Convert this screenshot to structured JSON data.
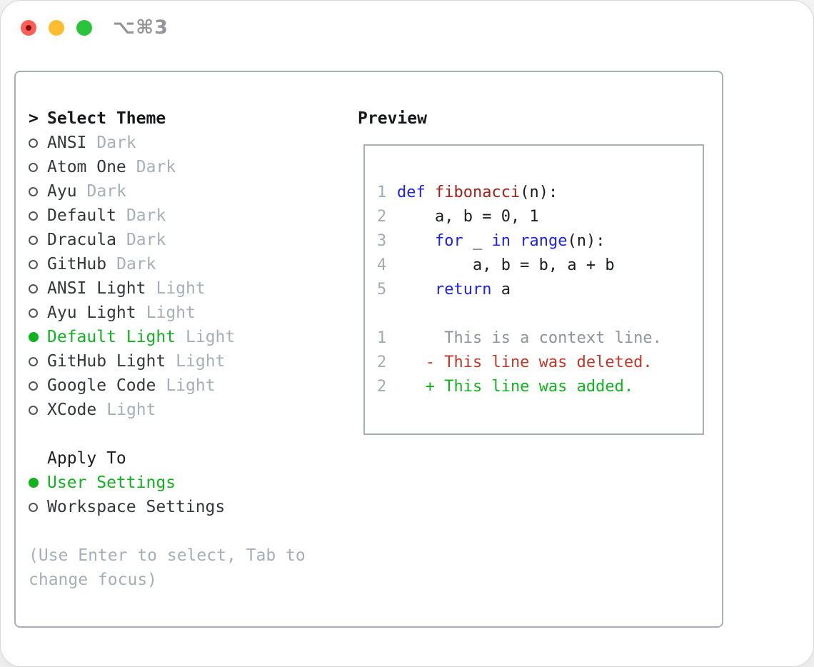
{
  "window": {
    "title": "⌥⌘3",
    "traffic_lights": [
      {
        "name": "close-button",
        "color": "#ff5d55"
      },
      {
        "name": "minimize-button",
        "color": "#ffbd2f"
      },
      {
        "name": "zoom-button",
        "color": "#29c43b"
      }
    ]
  },
  "theme_picker": {
    "pointer": ">",
    "title": "Select Theme",
    "themes": [
      {
        "name": "ANSI",
        "variant": "Dark",
        "selected": false
      },
      {
        "name": "Atom One",
        "variant": "Dark",
        "selected": false
      },
      {
        "name": "Ayu",
        "variant": "Dark",
        "selected": false
      },
      {
        "name": "Default",
        "variant": "Dark",
        "selected": false
      },
      {
        "name": "Dracula",
        "variant": "Dark",
        "selected": false
      },
      {
        "name": "GitHub",
        "variant": "Dark",
        "selected": false
      },
      {
        "name": "ANSI Light",
        "variant": "Light",
        "selected": false
      },
      {
        "name": "Ayu Light",
        "variant": "Light",
        "selected": false
      },
      {
        "name": "Default Light",
        "variant": "Light",
        "selected": true
      },
      {
        "name": "GitHub Light",
        "variant": "Light",
        "selected": false
      },
      {
        "name": "Google Code",
        "variant": "Light",
        "selected": false
      },
      {
        "name": "XCode",
        "variant": "Light",
        "selected": false
      }
    ],
    "apply_to": {
      "label": "Apply To",
      "options": [
        {
          "label": "User Settings",
          "selected": true
        },
        {
          "label": "Workspace Settings",
          "selected": false
        }
      ]
    },
    "hint": "(Use Enter to select, Tab to change focus)"
  },
  "preview": {
    "label": "Preview",
    "code_lines": [
      {
        "num": "1",
        "tokens": [
          {
            "t": "def ",
            "c": "kw"
          },
          {
            "t": "fibonacci",
            "c": "fn"
          },
          {
            "t": "(n):",
            "c": "pl"
          }
        ]
      },
      {
        "num": "2",
        "tokens": [
          {
            "t": "    a, b = 0, 1",
            "c": "pl"
          }
        ]
      },
      {
        "num": "3",
        "tokens": [
          {
            "t": "    ",
            "c": "pl"
          },
          {
            "t": "for",
            "c": "kw"
          },
          {
            "t": " _ ",
            "c": "pl"
          },
          {
            "t": "in",
            "c": "kw"
          },
          {
            "t": " ",
            "c": "pl"
          },
          {
            "t": "range",
            "c": "kw"
          },
          {
            "t": "(n):",
            "c": "pl"
          }
        ]
      },
      {
        "num": "4",
        "tokens": [
          {
            "t": "        a, b = b, a + b",
            "c": "pl"
          }
        ]
      },
      {
        "num": "5",
        "tokens": [
          {
            "t": "    ",
            "c": "pl"
          },
          {
            "t": "return",
            "c": "kw"
          },
          {
            "t": " a",
            "c": "pl"
          }
        ]
      }
    ],
    "diff_lines": [
      {
        "num": "1",
        "kind": "context",
        "text": "     This is a context line."
      },
      {
        "num": "2",
        "kind": "deleted",
        "text": "   - This line was deleted."
      },
      {
        "num": "2",
        "kind": "added",
        "text": "   + This line was added."
      }
    ]
  },
  "colors": {
    "accent_green": "#0fb21f",
    "keyword_blue": "#1e22ee",
    "function_red": "#a82015",
    "diff_deleted_red": "#c73526",
    "diff_added_green": "#0eb51c",
    "dim_gray": "#a6aeb7",
    "panel_border": "#a8afb9"
  }
}
